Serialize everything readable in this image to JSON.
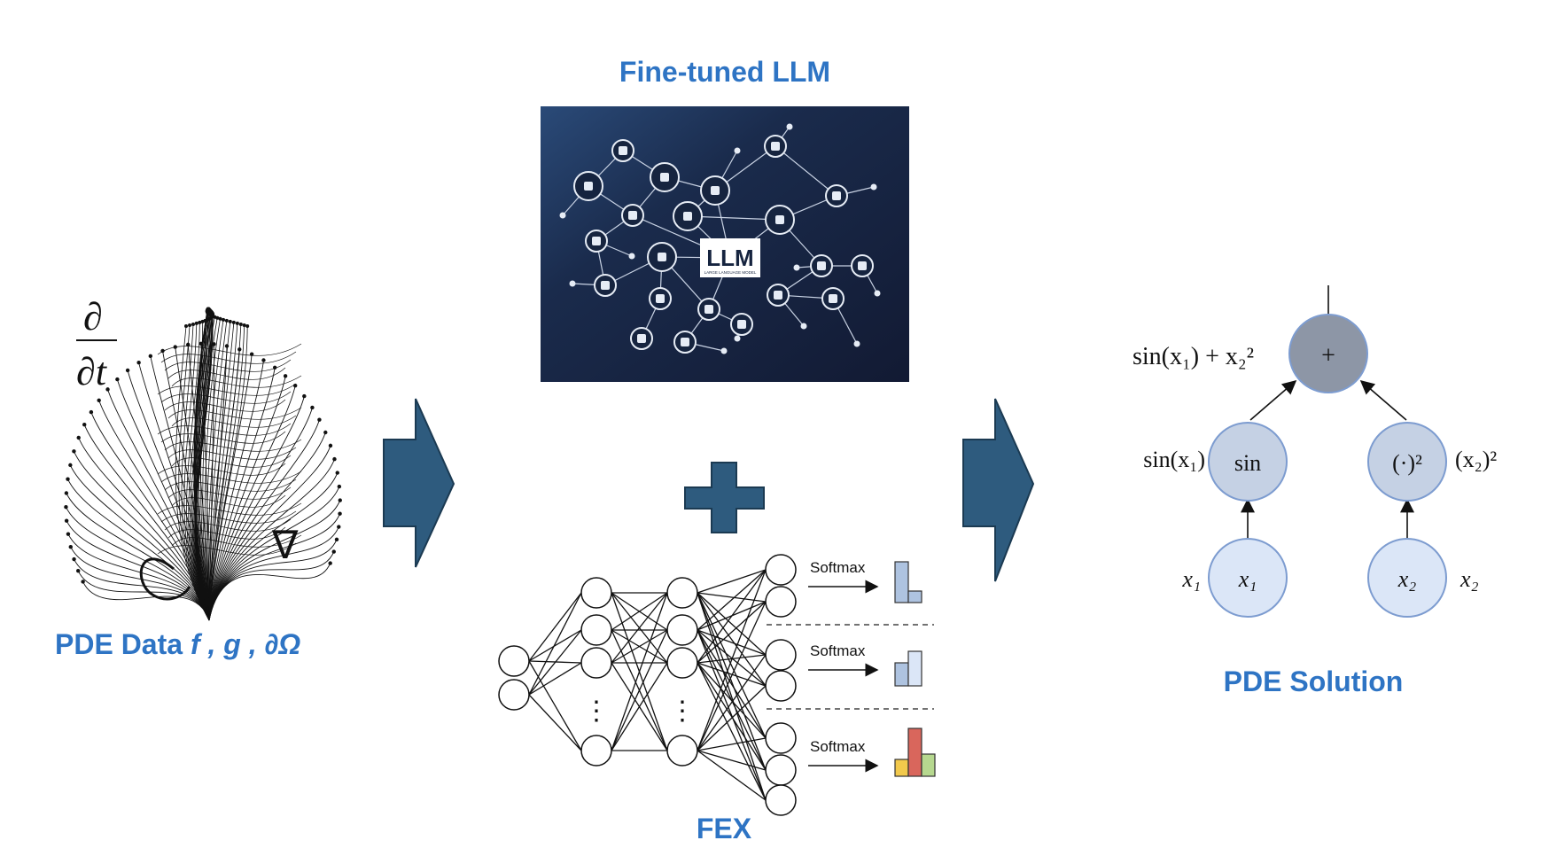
{
  "llm_panel": {
    "title": "Fine-tuned LLM",
    "badge_text": "LLM",
    "badge_subtext": "LARGE LANGUAGE MODEL",
    "background": "#16243f",
    "icons": [
      "share-nodes-icon",
      "layers-icon",
      "document-icon",
      "org-chart-icon",
      "microphone-icon",
      "stack-icon",
      "chat-icon",
      "window-icon",
      "tools-icon",
      "message-icon",
      "bar-chart-icon",
      "network-icon",
      "mortarboard-icon",
      "list-icon",
      "dots-grid-icon",
      "mail-icon",
      "bulb-icon",
      "globe-icon",
      "shuffle-icon",
      "bookmark-icon",
      "drone-icon"
    ]
  },
  "pde_data": {
    "label": "PDE Data ",
    "symbols": "f , g , ∂Ω",
    "partial_num": "∂",
    "partial_den": "∂t",
    "nabla": "∇"
  },
  "fex": {
    "label": "FEX",
    "softmax_labels": [
      "Softmax",
      "Softmax",
      "Softmax"
    ],
    "hidden_ellipsis": "⋮",
    "colors": {
      "bar_blue": "#aec3e0",
      "bar_red": "#d9665c",
      "bar_green": "#b6d88f",
      "bar_yellow": "#f2c94c"
    }
  },
  "plus_color": "#2e5b7e",
  "arrow_color": "#2e5b7e",
  "solution": {
    "label": "PDE Solution",
    "root": {
      "op": "+",
      "expr": "sin(x₁) + x₂²"
    },
    "left_op": {
      "op": "sin",
      "expr": "sin(x₁)"
    },
    "right_op": {
      "op": "(·)²",
      "expr": "(x₂)²"
    },
    "left_leaf": {
      "op": "x₁",
      "expr": "x₁"
    },
    "right_leaf": {
      "op": "x₂",
      "expr": "x₂"
    },
    "colors": {
      "root": "#8d96a6",
      "op": "#c5d1e4",
      "leaf": "#dbe6f7",
      "stroke": "#7d9cd0"
    }
  }
}
